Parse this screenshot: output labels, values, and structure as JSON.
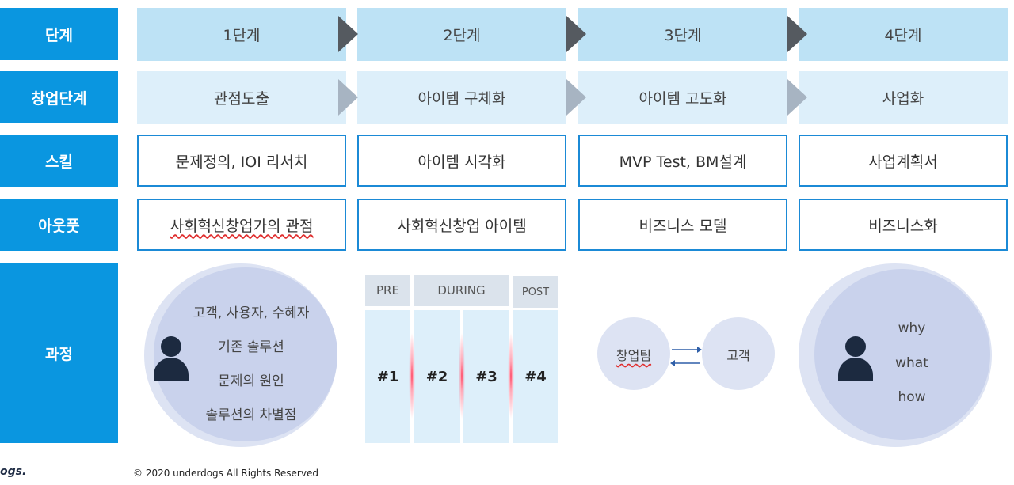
{
  "row_labels": [
    "단계",
    "창업단계",
    "스킬",
    "아웃풋",
    "과정"
  ],
  "stages": [
    "1단계",
    "2단계",
    "3단계",
    "4단계"
  ],
  "startup_stages": [
    "관점도출",
    "아이템 구체화",
    "아이템 고도화",
    "사업화"
  ],
  "skills": [
    "문제정의, IOI 리서치",
    "아이템 시각화",
    "MVP Test, BM설계",
    "사업계획서"
  ],
  "outputs": [
    "사회혁신창업가의 관점",
    "사회혁신창업 아이템",
    "비즈니스 모델",
    "비즈니스화"
  ],
  "process1": [
    "고객, 사용자, 수혜자",
    "기존 솔루션",
    "문제의 원인",
    "솔루션의 차별점"
  ],
  "process2": {
    "phases": [
      "PRE",
      "DURING",
      "POST"
    ],
    "steps": [
      "#1",
      "#2",
      "#3",
      "#4"
    ]
  },
  "process3": {
    "team": "창업팀",
    "customer": "고객"
  },
  "process4": [
    "why",
    "what",
    "how"
  ],
  "footer": {
    "logo": "ogs.",
    "copyright": "© 2020 underdogs All Rights Reserved"
  },
  "colors": {
    "label_bg": "#0a96e0",
    "stage_bg": "#bde2f5",
    "substage_bg": "#ddeffa",
    "border": "#1b8ad6",
    "circle": "#c7d0ea"
  }
}
